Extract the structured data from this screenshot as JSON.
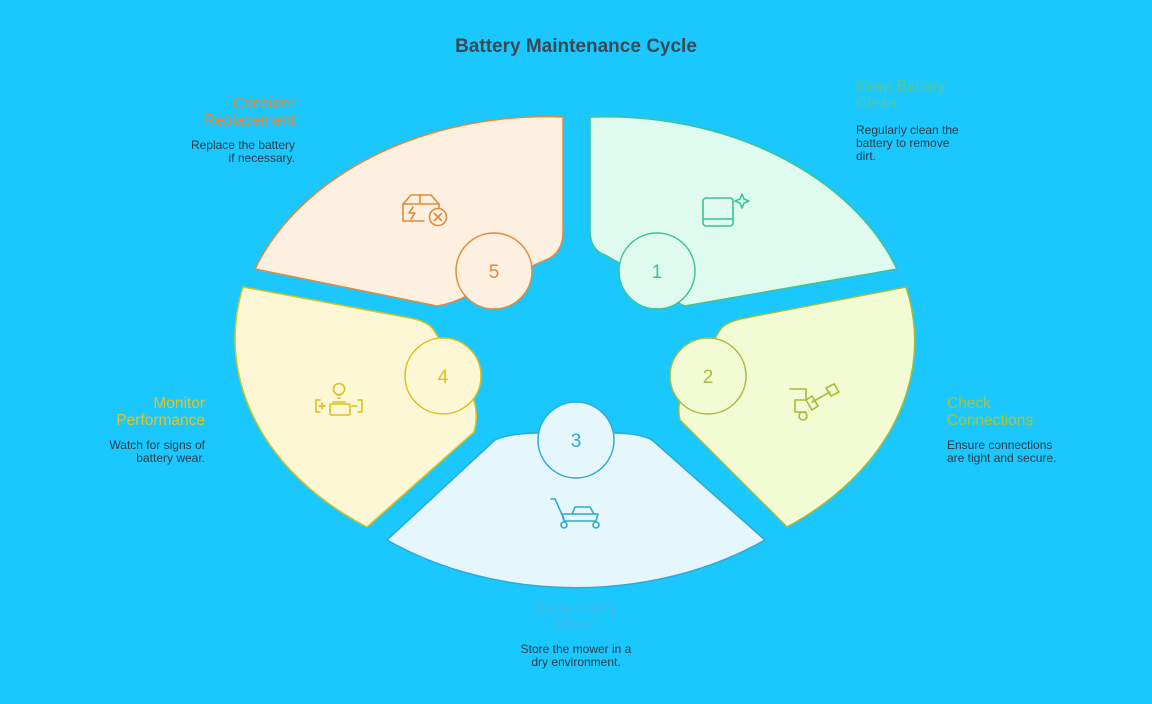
{
  "title": "Battery Maintenance Cycle",
  "steps": [
    {
      "number": "1",
      "title": "Keep Battery\nClean",
      "description": "Regularly clean the\nbattery to remove\ndirt.",
      "icon": "clean-tablet-sparkle-icon",
      "fill": "#dffbf0",
      "stroke": "#3dc391",
      "text_color": "#52c79a"
    },
    {
      "number": "2",
      "title": "Check\nConnections",
      "description": "Ensure connections\nare tight and secure.",
      "icon": "wrench-connection-icon",
      "fill": "#f3fbd4",
      "stroke": "#a2bd3a",
      "text_color": "#a8c43c"
    },
    {
      "number": "3",
      "title": "Store in Dry\nPlace",
      "description": "Store the mower in a\ndry environment.",
      "icon": "lawn-mower-icon",
      "fill": "#e5f7fd",
      "stroke": "#2ea9d2",
      "text_color": "#41b9e3"
    },
    {
      "number": "4",
      "title": "Monitor\nPerformance",
      "description": "Watch for signs of\nbattery wear.",
      "icon": "battery-bulb-icon",
      "fill": "#fdf7d6",
      "stroke": "#dcc119",
      "text_color": "#e2c41d"
    },
    {
      "number": "5",
      "title": "Consider\nReplacement",
      "description": "Replace the battery\nif necessary.",
      "icon": "battery-box-remove-icon",
      "fill": "#fef0e1",
      "stroke": "#e08a3c",
      "text_color": "#e8893a"
    }
  ]
}
